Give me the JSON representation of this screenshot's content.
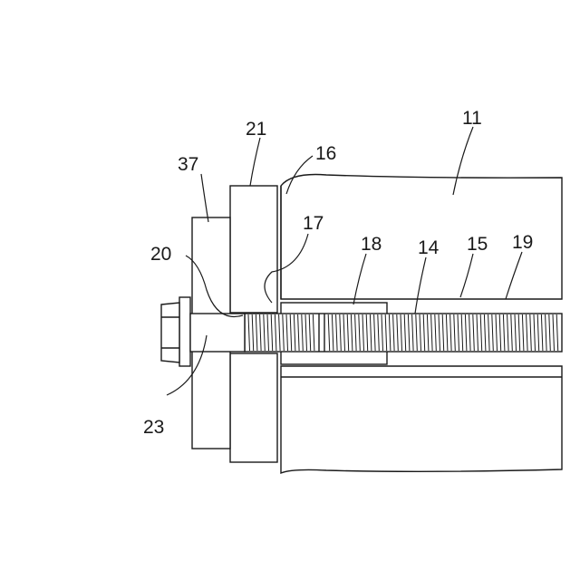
{
  "figure": {
    "reference_labels": {
      "r11": "11",
      "r21": "21",
      "r16": "16",
      "r37": "37",
      "r17": "17",
      "r20": "20",
      "r18": "18",
      "r14": "14",
      "r15": "15",
      "r19": "19",
      "r23": "23"
    },
    "colors": {
      "line": "#1a1a1a",
      "background": "#ffffff"
    }
  }
}
